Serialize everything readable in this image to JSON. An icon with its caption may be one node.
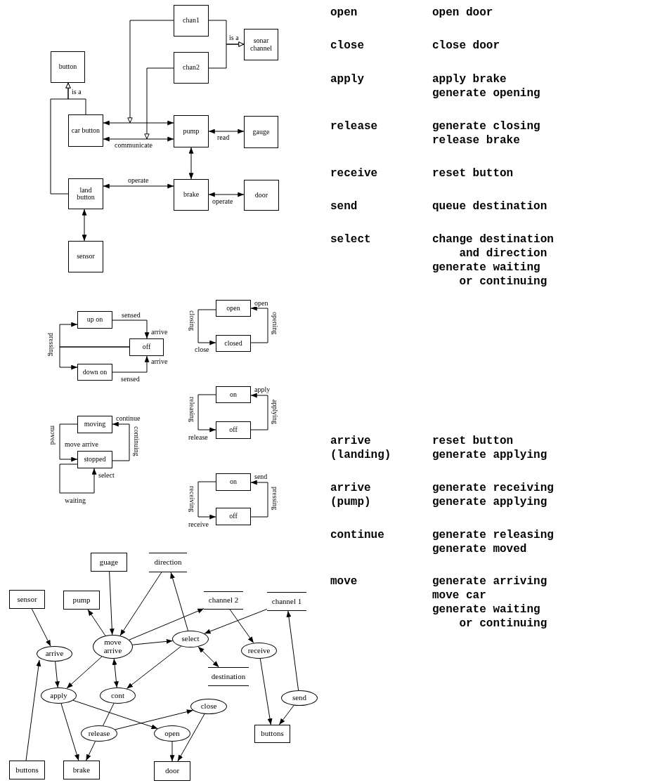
{
  "diagram": {
    "nodes": [
      {
        "text": [
          "chan1"
        ]
      },
      {
        "text": [
          "sonar channel"
        ]
      },
      {
        "text": [
          "button"
        ]
      },
      {
        "text": [
          "chan2"
        ]
      },
      {
        "text": [
          "car button"
        ]
      },
      {
        "text": [
          "pump"
        ]
      },
      {
        "text": [
          "gauge"
        ]
      },
      {
        "text": [
          "land button"
        ]
      },
      {
        "text": [
          "brake"
        ]
      },
      {
        "text": [
          "door"
        ]
      },
      {
        "text": [
          "sensor"
        ]
      },
      {
        "text": [
          "up on"
        ]
      },
      {
        "text": [
          "off"
        ]
      },
      {
        "text": [
          "down on"
        ]
      },
      {
        "text": [
          "open"
        ]
      },
      {
        "text": [
          "closed"
        ]
      },
      {
        "text": [
          "on"
        ]
      },
      {
        "text": [
          "off"
        ]
      },
      {
        "text": [
          "moving"
        ]
      },
      {
        "text": [
          "stopped"
        ]
      },
      {
        "text": [
          "on"
        ]
      },
      {
        "text": [
          "off"
        ]
      },
      {
        "text": [
          "guage"
        ]
      },
      {
        "text": [
          "direction"
        ]
      },
      {
        "text": [
          "sensor"
        ]
      },
      {
        "text": [
          "pump"
        ]
      },
      {
        "text": [
          "channel 2"
        ]
      },
      {
        "text": [
          "channel 1"
        ]
      },
      {
        "text": [
          "move arrive"
        ]
      },
      {
        "text": [
          "select"
        ]
      },
      {
        "text": [
          "arrive"
        ]
      },
      {
        "text": [
          "receive"
        ]
      },
      {
        "text": [
          "destination"
        ]
      },
      {
        "text": [
          "apply"
        ]
      },
      {
        "text": [
          "cont"
        ]
      },
      {
        "text": [
          "send"
        ]
      },
      {
        "text": [
          "close"
        ]
      },
      {
        "text": [
          "release"
        ]
      },
      {
        "text": [
          "open"
        ]
      },
      {
        "text": [
          "buttons"
        ]
      },
      {
        "text": [
          "buttons"
        ]
      },
      {
        "text": [
          "brake"
        ]
      },
      {
        "text": [
          "door"
        ]
      }
    ],
    "edges": [
      {
        "from": 0,
        "to": null,
        "arrow": "to"
      },
      {
        "from": 3,
        "to": null,
        "arrow": "to"
      },
      {
        "from": 0,
        "to": 1,
        "arrow": "to",
        "label": "is a"
      },
      {
        "from": 3,
        "to": 1,
        "arrow": "to"
      },
      {
        "from": 4,
        "to": 2,
        "arrow": "to",
        "label": "is a"
      },
      {
        "from": 7,
        "to": 2,
        "arrow": "to"
      },
      {
        "from": 4,
        "to": 5,
        "arrow": "both"
      },
      {
        "from": 4,
        "to": 5,
        "arrow": "both",
        "label": "communicate"
      },
      {
        "from": 5,
        "to": 6,
        "arrow": "both",
        "label": "read"
      },
      {
        "from": 5,
        "to": 8,
        "arrow": "both"
      },
      {
        "from": 7,
        "to": 8,
        "arrow": "both",
        "label": "operate"
      },
      {
        "from": 8,
        "to": 9,
        "arrow": "both",
        "label": "operate"
      },
      {
        "from": 7,
        "to": 10,
        "arrow": "both"
      },
      {
        "from": 12,
        "to": 11,
        "arrow": "to",
        "label": "pressing"
      },
      {
        "from": 12,
        "to": 13,
        "arrow": "to"
      },
      {
        "from": 11,
        "to": 12,
        "arrow": "to",
        "label": "sensed"
      },
      {
        "from": 13,
        "to": 12,
        "arrow": "to",
        "label": "sensed"
      },
      {
        "from": 14,
        "to": 15,
        "arrow": "to",
        "label": "closing"
      },
      {
        "from": 15,
        "to": 14,
        "arrow": "to",
        "label": "opening"
      },
      {
        "from": 16,
        "to": 17,
        "arrow": "to",
        "label": "releasing"
      },
      {
        "from": 17,
        "to": 16,
        "arrow": "to",
        "label": "applying"
      },
      {
        "from": 20,
        "to": 21,
        "arrow": "to",
        "label": "receiving"
      },
      {
        "from": 21,
        "to": 20,
        "arrow": "to",
        "label": "pressing"
      },
      {
        "from": 18,
        "to": 19,
        "arrow": "to",
        "label": "moved"
      },
      {
        "from": 19,
        "to": 18,
        "arrow": "to",
        "label": "continuing"
      },
      {
        "from": 19,
        "to": 19,
        "arrow": "to",
        "label": "waiting"
      },
      {
        "from": 24,
        "to": 30,
        "arrow": "to"
      },
      {
        "from": 40,
        "to": 30,
        "arrow": "to"
      },
      {
        "from": 30,
        "to": 33,
        "arrow": "to"
      },
      {
        "from": 22,
        "to": 28,
        "arrow": "to"
      },
      {
        "from": 23,
        "to": 28,
        "arrow": "to"
      },
      {
        "from": 28,
        "to": 25,
        "arrow": "to"
      },
      {
        "from": 28,
        "to": 26,
        "arrow": "to"
      },
      {
        "from": 28,
        "to": 29,
        "arrow": "to"
      },
      {
        "from": 28,
        "to": 33,
        "arrow": "to"
      },
      {
        "from": 28,
        "to": 34,
        "arrow": "both"
      },
      {
        "from": 29,
        "to": 23,
        "arrow": "to"
      },
      {
        "from": 27,
        "to": 29,
        "arrow": "to"
      },
      {
        "from": 29,
        "to": 32,
        "arrow": "both"
      },
      {
        "from": 29,
        "to": 34,
        "arrow": "to"
      },
      {
        "from": 26,
        "to": 31,
        "arrow": "to"
      },
      {
        "from": 31,
        "to": 39,
        "arrow": "to"
      },
      {
        "from": 35,
        "to": 27,
        "arrow": "to"
      },
      {
        "from": 35,
        "to": 39,
        "arrow": "to"
      },
      {
        "from": 33,
        "to": 41,
        "arrow": "to"
      },
      {
        "from": 33,
        "to": 38,
        "arrow": "to"
      },
      {
        "from": 34,
        "to": 37,
        "arrow": "none"
      },
      {
        "from": 37,
        "to": 36,
        "arrow": "to"
      },
      {
        "from": 37,
        "to": 41,
        "arrow": "to"
      },
      {
        "from": 38,
        "to": 42,
        "arrow": "to"
      },
      {
        "from": 36,
        "to": 42,
        "arrow": "to"
      }
    ],
    "labels": [
      "arrive",
      "arrive",
      "open",
      "close",
      "apply",
      "release",
      "continue",
      "move arrive",
      "select",
      "send",
      "receive",
      "open",
      "open door",
      "close",
      "close door",
      "apply",
      "apply brake",
      "generate opening",
      "release",
      "generate closing",
      "release brake",
      "receive",
      "reset button",
      "send",
      "queue destination",
      "select",
      "change destination and direction",
      "generate waiting or continuing",
      "arrive (landing)",
      "reset button",
      "generate applying",
      "arrive (pump)",
      "generate receiving",
      "generate applying",
      "continue",
      "generate releasing",
      "generate moved",
      "move",
      "generate arriving",
      "move car",
      "generate waiting or continuing"
    ]
  }
}
